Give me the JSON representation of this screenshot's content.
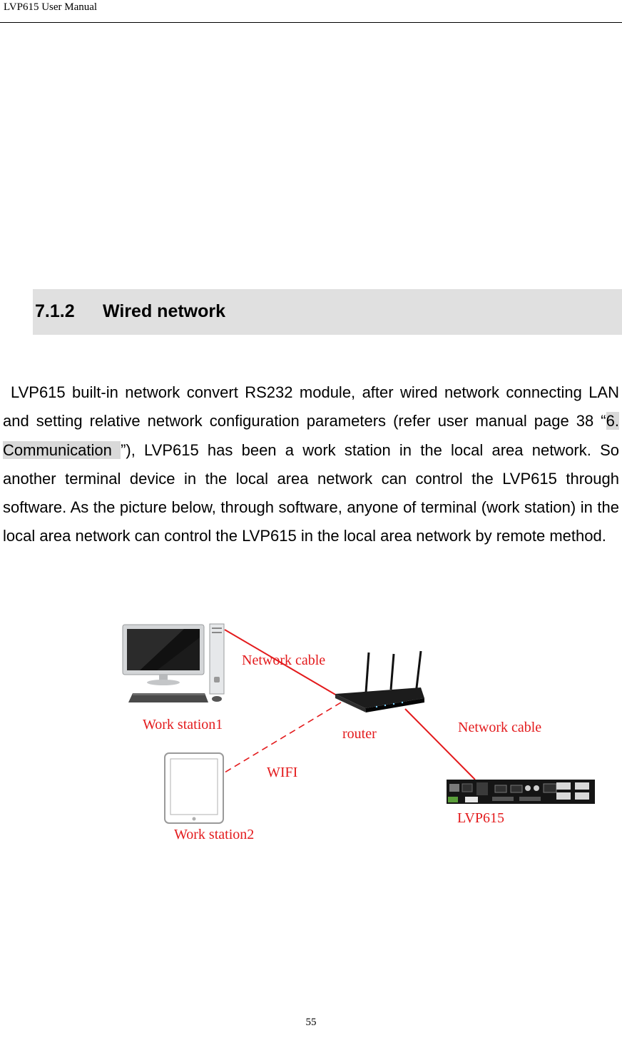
{
  "header": {
    "title": "LVP615 User Manual"
  },
  "section": {
    "number": "7.1.2",
    "title": "Wired network"
  },
  "body": {
    "part1": "LVP615 built-in network convert RS232 module, after wired network connecting LAN and setting relative network configuration parameters (refer user manual page 38 “",
    "reference": "6. Communication ",
    "part2": "”), LVP615 has been a work station in the local area network. So another terminal device in the local area network can control the LVP615 through software. As the picture below, through software, anyone of terminal (work station) in the local area network can control the LVP615 in the local area network by remote method."
  },
  "diagram": {
    "labels": {
      "network_cable_1": "Network cable",
      "network_cable_2": "Network cable",
      "work_station1": "Work station1",
      "work_station2": "Work station2",
      "router": "router",
      "wifi": "WIFI",
      "lvp615": "LVP615"
    },
    "colors": {
      "label": "#e31a1c",
      "link": "#e31a1c"
    },
    "icons": [
      "desktop-computer-icon",
      "tablet-icon",
      "router-icon",
      "lvp615-device-icon"
    ]
  },
  "footer": {
    "page_number": "55"
  }
}
